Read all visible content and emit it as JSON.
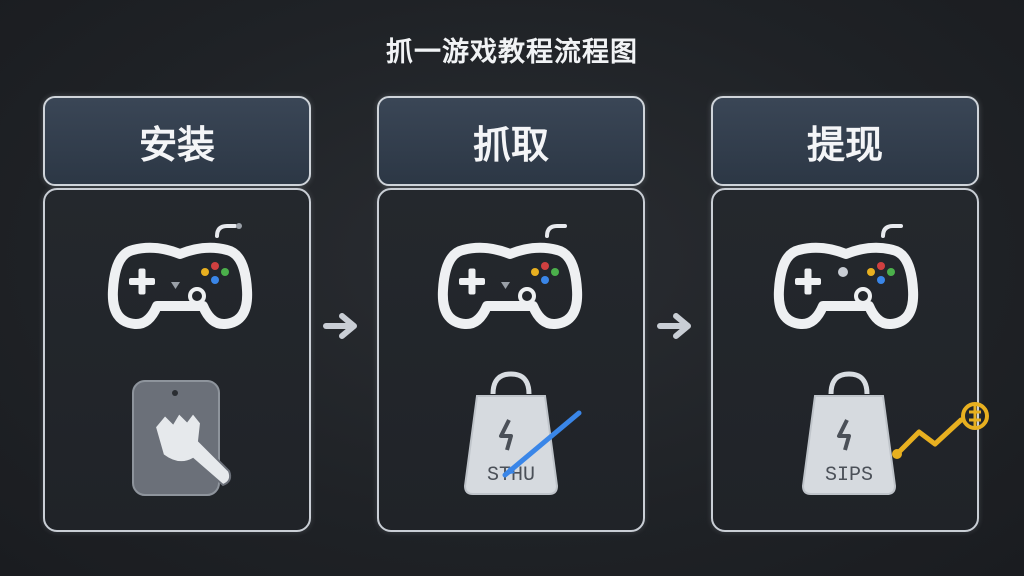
{
  "title": "抓一游戏教程流程图",
  "steps": [
    {
      "label": "安装",
      "icons": [
        "gamepad-icon",
        "grab-hand-tag-icon"
      ]
    },
    {
      "label": "抓取",
      "icons": [
        "gamepad-icon",
        "shopping-bag-icon",
        "pen-icon"
      ],
      "bag_text": "STHU"
    },
    {
      "label": "提现",
      "icons": [
        "gamepad-icon",
        "shopping-bag-icon",
        "coin-trend-icon"
      ],
      "bag_text": "SIPS"
    }
  ],
  "colors": {
    "background": "#1f2226",
    "header": "#34404f",
    "border": "#cfd4da",
    "accent_blue": "#3a86e8",
    "accent_gold": "#e8b020"
  }
}
